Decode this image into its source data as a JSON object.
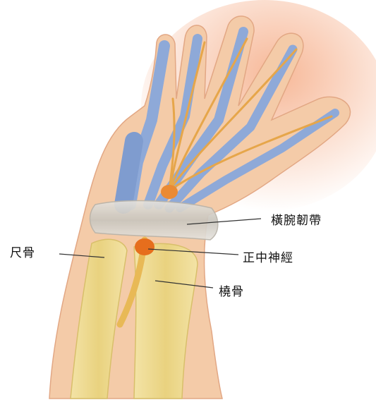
{
  "labels": {
    "ligament": "橫腕韌帶",
    "ulna": "尺骨",
    "median_nerve": "正中神經",
    "radius": "橈骨"
  },
  "colors": {
    "skin": "#f3c7a4",
    "skin_glow": "#f08a68",
    "bone": "#eedc97",
    "tendon": "#7d9bd3",
    "nerve": "#e4a23a",
    "nerve_core": "#e46a1c",
    "ligament": "#d6d3cc"
  }
}
